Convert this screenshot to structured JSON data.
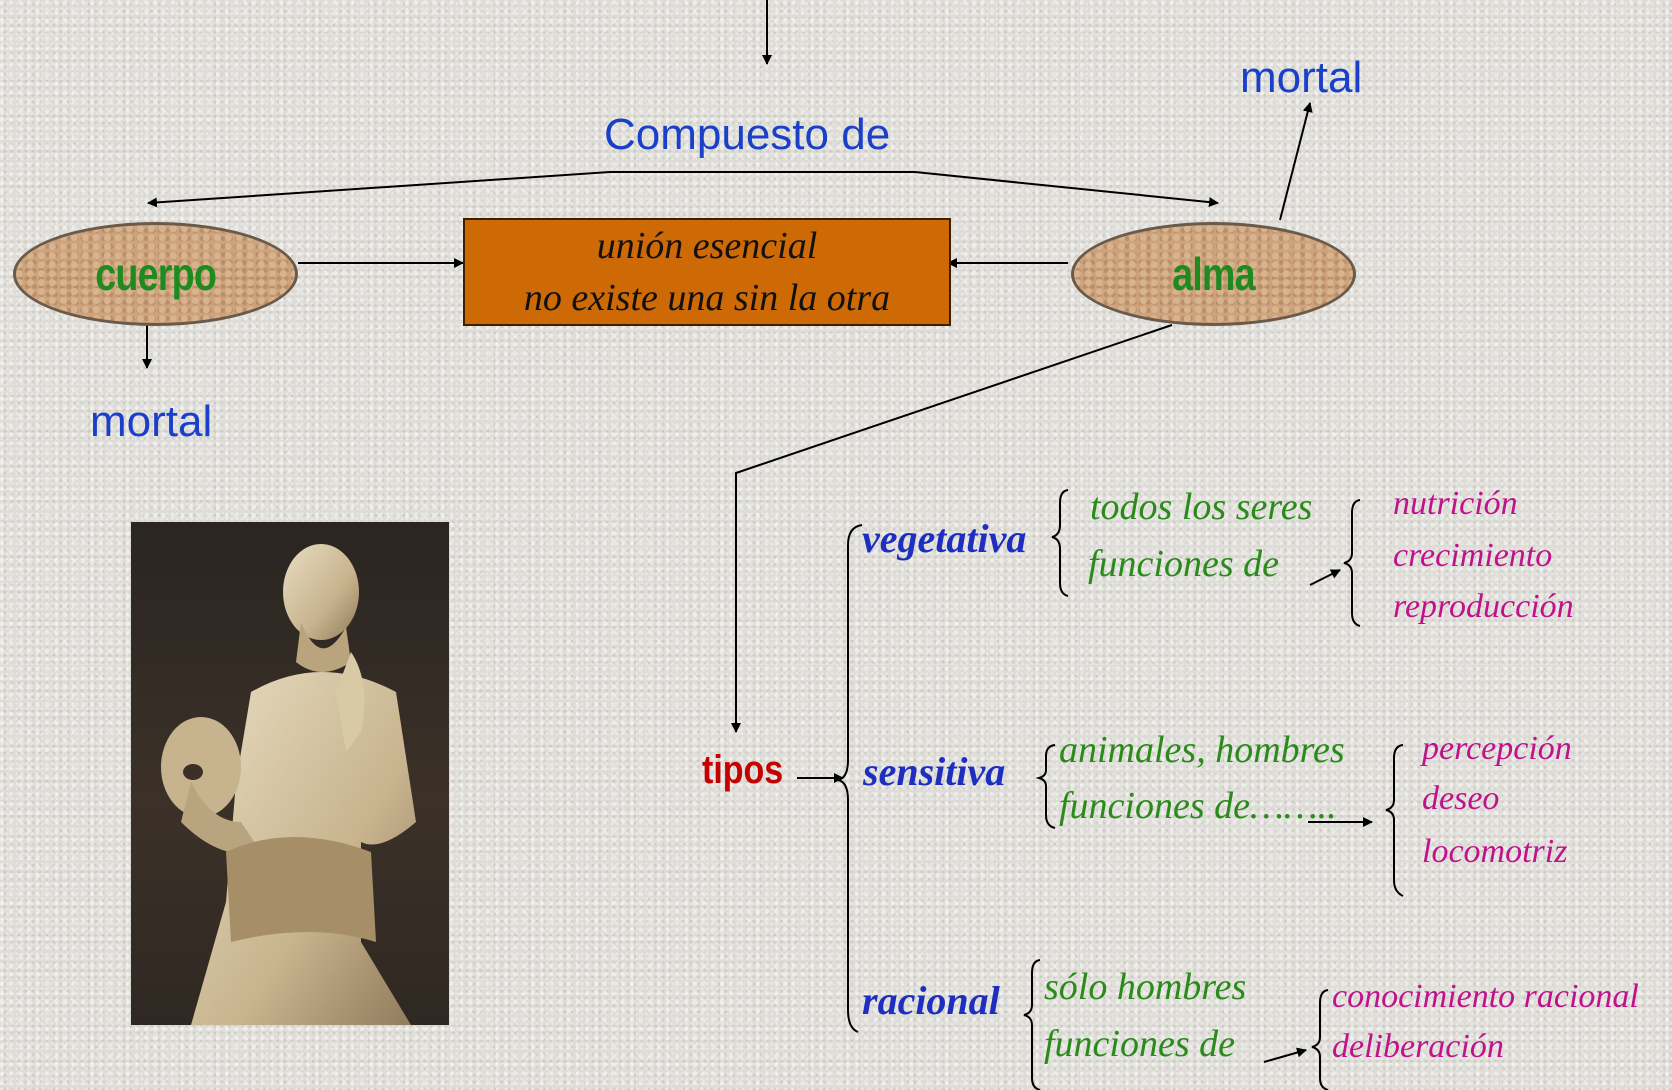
{
  "labels": {
    "compuesto_de": "Compuesto de",
    "mortal_top": "mortal",
    "mortal_left": "mortal",
    "cuerpo": "cuerpo",
    "alma": "alma",
    "union_line1": "unión esencial",
    "union_line2": "no existe una sin la otra",
    "tipos": "tipos"
  },
  "types": [
    {
      "name": "vegetativa",
      "who": "todos los seres",
      "funcs_label": "funciones de",
      "functions": [
        "nutrición",
        "crecimiento",
        "reproducción"
      ]
    },
    {
      "name": "sensitiva",
      "who": "animales, hombres",
      "funcs_label": "funciones de……..",
      "functions": [
        "percepción",
        "deseo",
        "locomotriz"
      ]
    },
    {
      "name": "racional",
      "who": "sólo hombres",
      "funcs_label": "funciones de",
      "functions": [
        "conocimiento racional",
        "deliberación"
      ]
    }
  ],
  "colors": {
    "blue": "#1a3fc9",
    "green": "#2a8a1a",
    "magenta": "#c0128a",
    "red": "#c40000",
    "union_bg": "#cd6a06"
  }
}
